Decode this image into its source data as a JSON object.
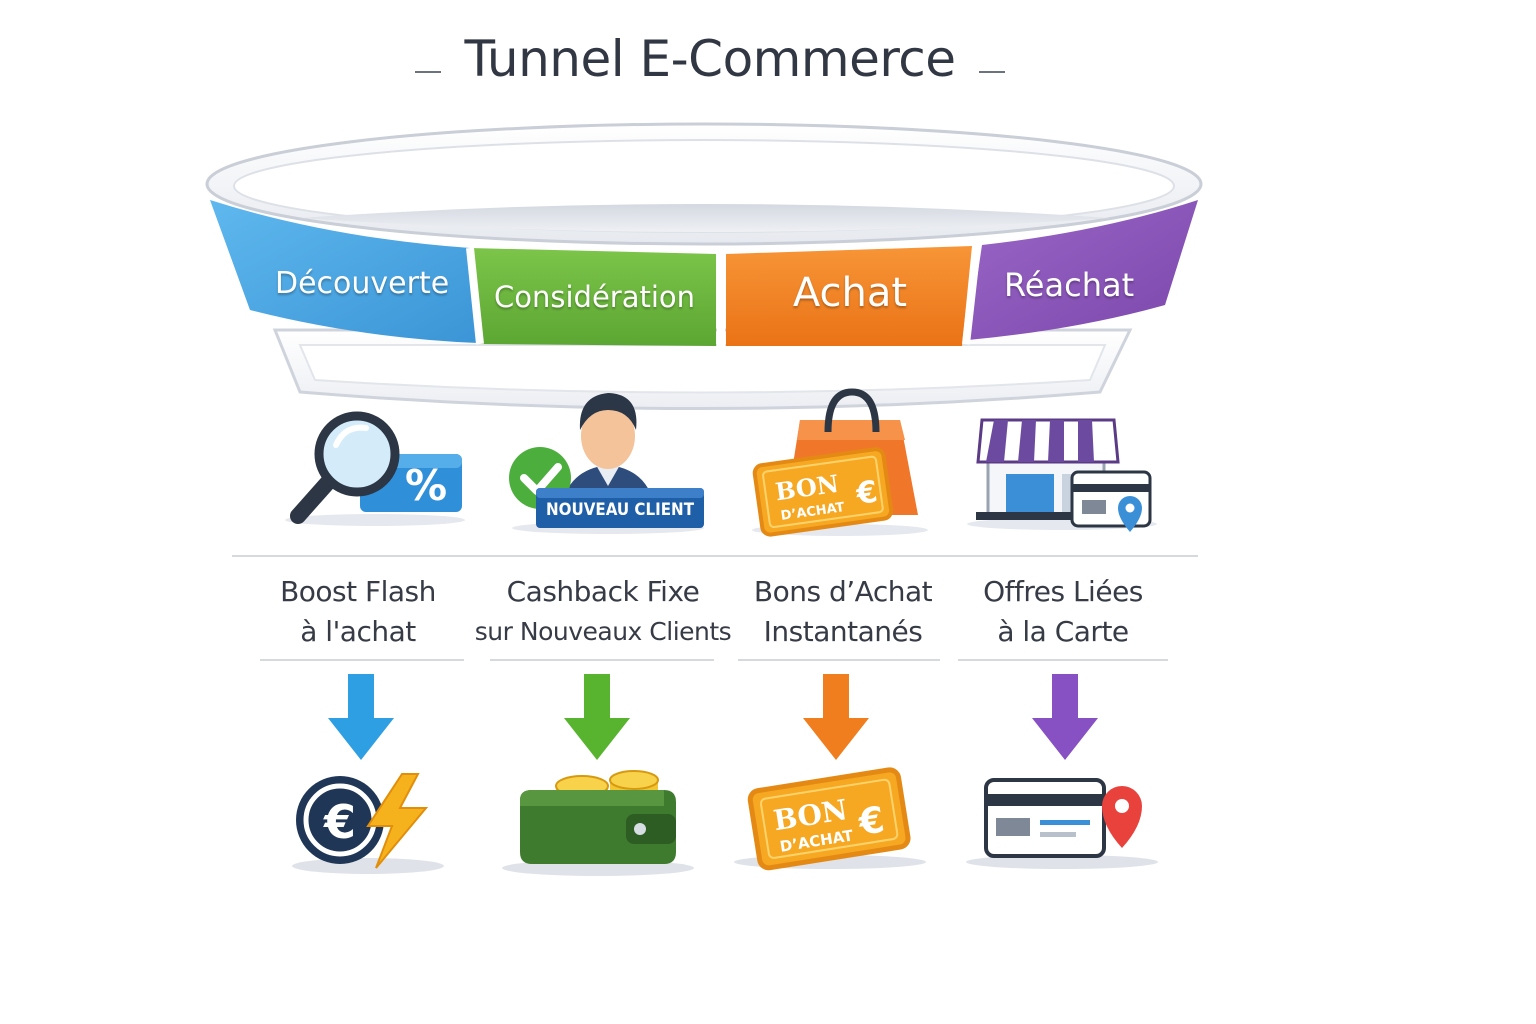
{
  "title": "Tunnel E-Commerce",
  "stages": [
    {
      "label": "Découverte",
      "color": "#4aa8e0"
    },
    {
      "label": "Considération",
      "color": "#6db33f"
    },
    {
      "label": "Achat",
      "color": "#f08223"
    },
    {
      "label": "Réachat",
      "color": "#8a55b6"
    }
  ],
  "features": [
    {
      "line1": "Boost Flash",
      "line2": "à l'achat",
      "arrow_color": "#2f9fe3"
    },
    {
      "line1": "Cashback Fixe",
      "line2": "sur Nouveaux Clients",
      "arrow_color": "#58b42f"
    },
    {
      "line1": "Bons d’Achat",
      "line2": "Instantanés",
      "arrow_color": "#f07e1e"
    },
    {
      "line1": "Offres Liées",
      "line2": "à la Carte",
      "arrow_color": "#8750c3"
    }
  ],
  "badges": {
    "nouveau_client": "NOUVEAU CLIENT",
    "bon_top_1": "BON",
    "bon_top_2": "D’ACHAT",
    "bon_bottom_1": "BON",
    "bon_bottom_2": "D’ACHAT",
    "percent": "%",
    "euro": "€"
  }
}
